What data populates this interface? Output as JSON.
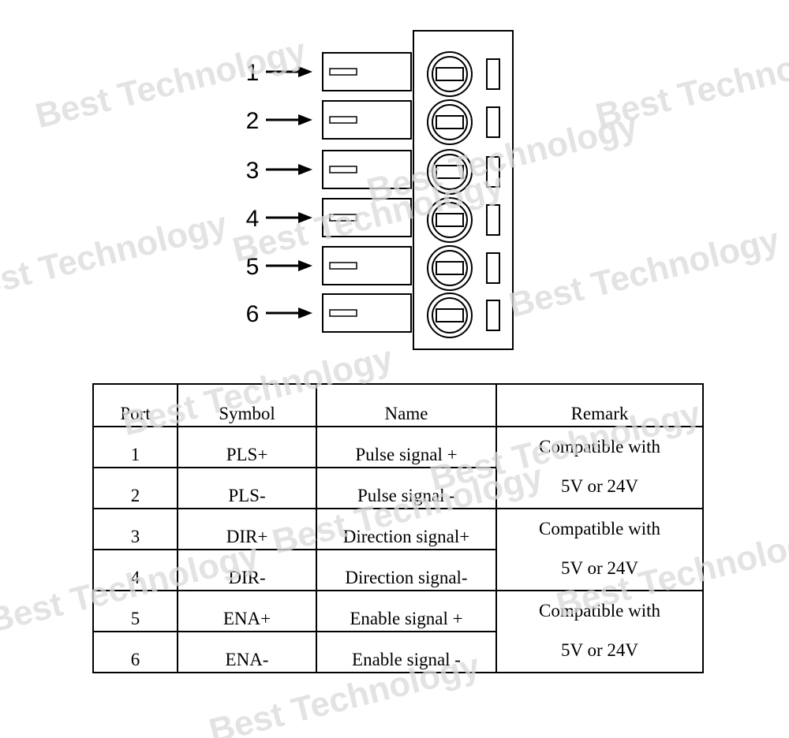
{
  "diagram": {
    "port_labels": [
      "1",
      "2",
      "3",
      "4",
      "5",
      "6"
    ]
  },
  "table": {
    "headers": {
      "port": "Port",
      "symbol": "Symbol",
      "name": "Name",
      "remark": "Remark"
    },
    "rows": [
      {
        "port": "1",
        "symbol": "PLS+",
        "name": "Pulse signal +"
      },
      {
        "port": "2",
        "symbol": "PLS-",
        "name": "Pulse signal -"
      },
      {
        "port": "3",
        "symbol": "DIR+",
        "name": "Direction signal+"
      },
      {
        "port": "4",
        "symbol": "DIR-",
        "name": "Direction signal-"
      },
      {
        "port": "5",
        "symbol": "ENA+",
        "name": "Enable signal +"
      },
      {
        "port": "6",
        "symbol": "ENA-",
        "name": "Enable signal -"
      }
    ],
    "remarks": [
      {
        "line1": "Compatible with",
        "line2": "5V or 24V"
      },
      {
        "line1": "Compatible with",
        "line2": "5V or 24V"
      },
      {
        "line1": "Compatible with",
        "line2": "5V or 24V"
      }
    ]
  },
  "watermark": {
    "text": "Best Technology",
    "color": "#d9d9d9"
  }
}
